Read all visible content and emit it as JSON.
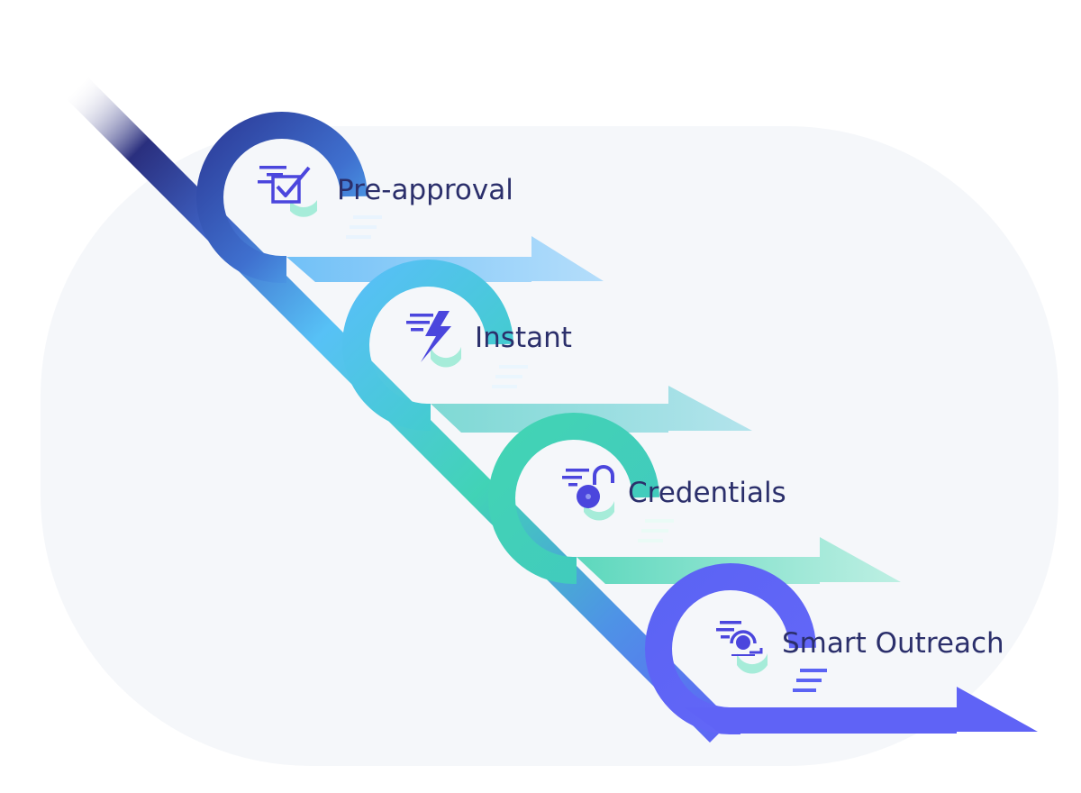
{
  "steps": [
    {
      "label": "Pre-approval",
      "icon": "checkbox-icon",
      "color": "#3e68c9"
    },
    {
      "label": "Instant",
      "icon": "lightning-bolt-icon",
      "color": "#55b8f7"
    },
    {
      "label": "Credentials",
      "icon": "key-icon",
      "color": "#3fd3b4"
    },
    {
      "label": "Smart Outreach",
      "icon": "headset-icon",
      "color": "#6263f5"
    }
  ],
  "colors": {
    "background_panel": "#f5f7fa",
    "text": "#2b2f6b",
    "icon_primary": "#4b46dd",
    "icon_accent": "#a6ecd9",
    "arrow_1": "#a7d8fb",
    "arrow_2": "#9fe0e5",
    "arrow_3": "#a9ead8",
    "arrow_4": "#6263f5"
  }
}
